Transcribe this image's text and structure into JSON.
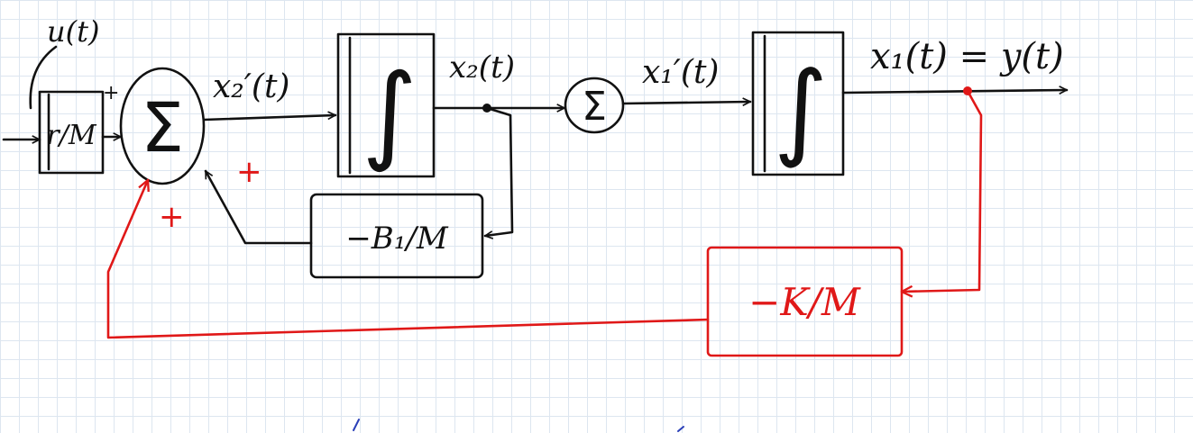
{
  "colors": {
    "ink": "#111111",
    "feedback": "#e01818",
    "grid": "#dde6f0",
    "scribble": "#2a3fb8"
  },
  "labels": {
    "input": "u(t)",
    "gain_in": "r/M",
    "x2_dot": "x₂′(t)",
    "x2": "x₂(t)",
    "x1_dot": "x₁′(t)",
    "output": "x₁(t) = y(t)",
    "damping_gain": "−B₁/M",
    "spring_gain": "−K/M"
  },
  "symbols": {
    "sum": "Σ",
    "integral": "∫"
  },
  "signs": {
    "plus": "+"
  },
  "icons": {
    "sum": "summing-junction-icon",
    "integrator": "integrator-icon"
  }
}
